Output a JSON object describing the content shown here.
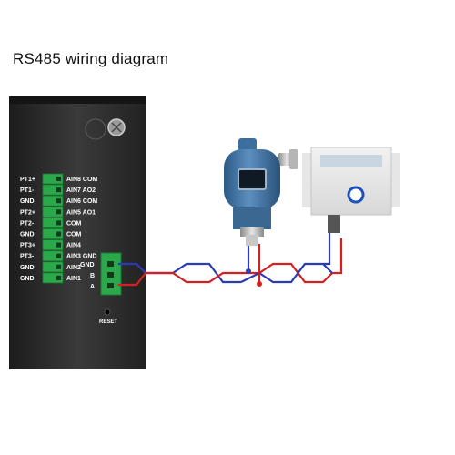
{
  "title": "RS485 wiring diagram",
  "controller": {
    "left_labels": [
      "PT1+",
      "PT1-",
      "GND",
      "PT2+",
      "PT2-",
      "GND",
      "PT3+",
      "PT3-",
      "GND",
      "GND"
    ],
    "right_labels": [
      "AIN8 COM",
      "AIN7 AO2",
      "AIN6 COM",
      "AIN5 AO1",
      "COM",
      "COM",
      "AIN4",
      "AIN3 GND",
      "AIN2",
      "AIN1"
    ],
    "bus_labels": [
      "GND",
      "B",
      "A"
    ],
    "reset_label": "RESET"
  },
  "colors": {
    "wire_b": "#2a3cb4",
    "wire_a": "#d42020",
    "terminal": "#2aa84a",
    "panel": "#2b2b2b",
    "transmitter": "#3d6f9e"
  }
}
